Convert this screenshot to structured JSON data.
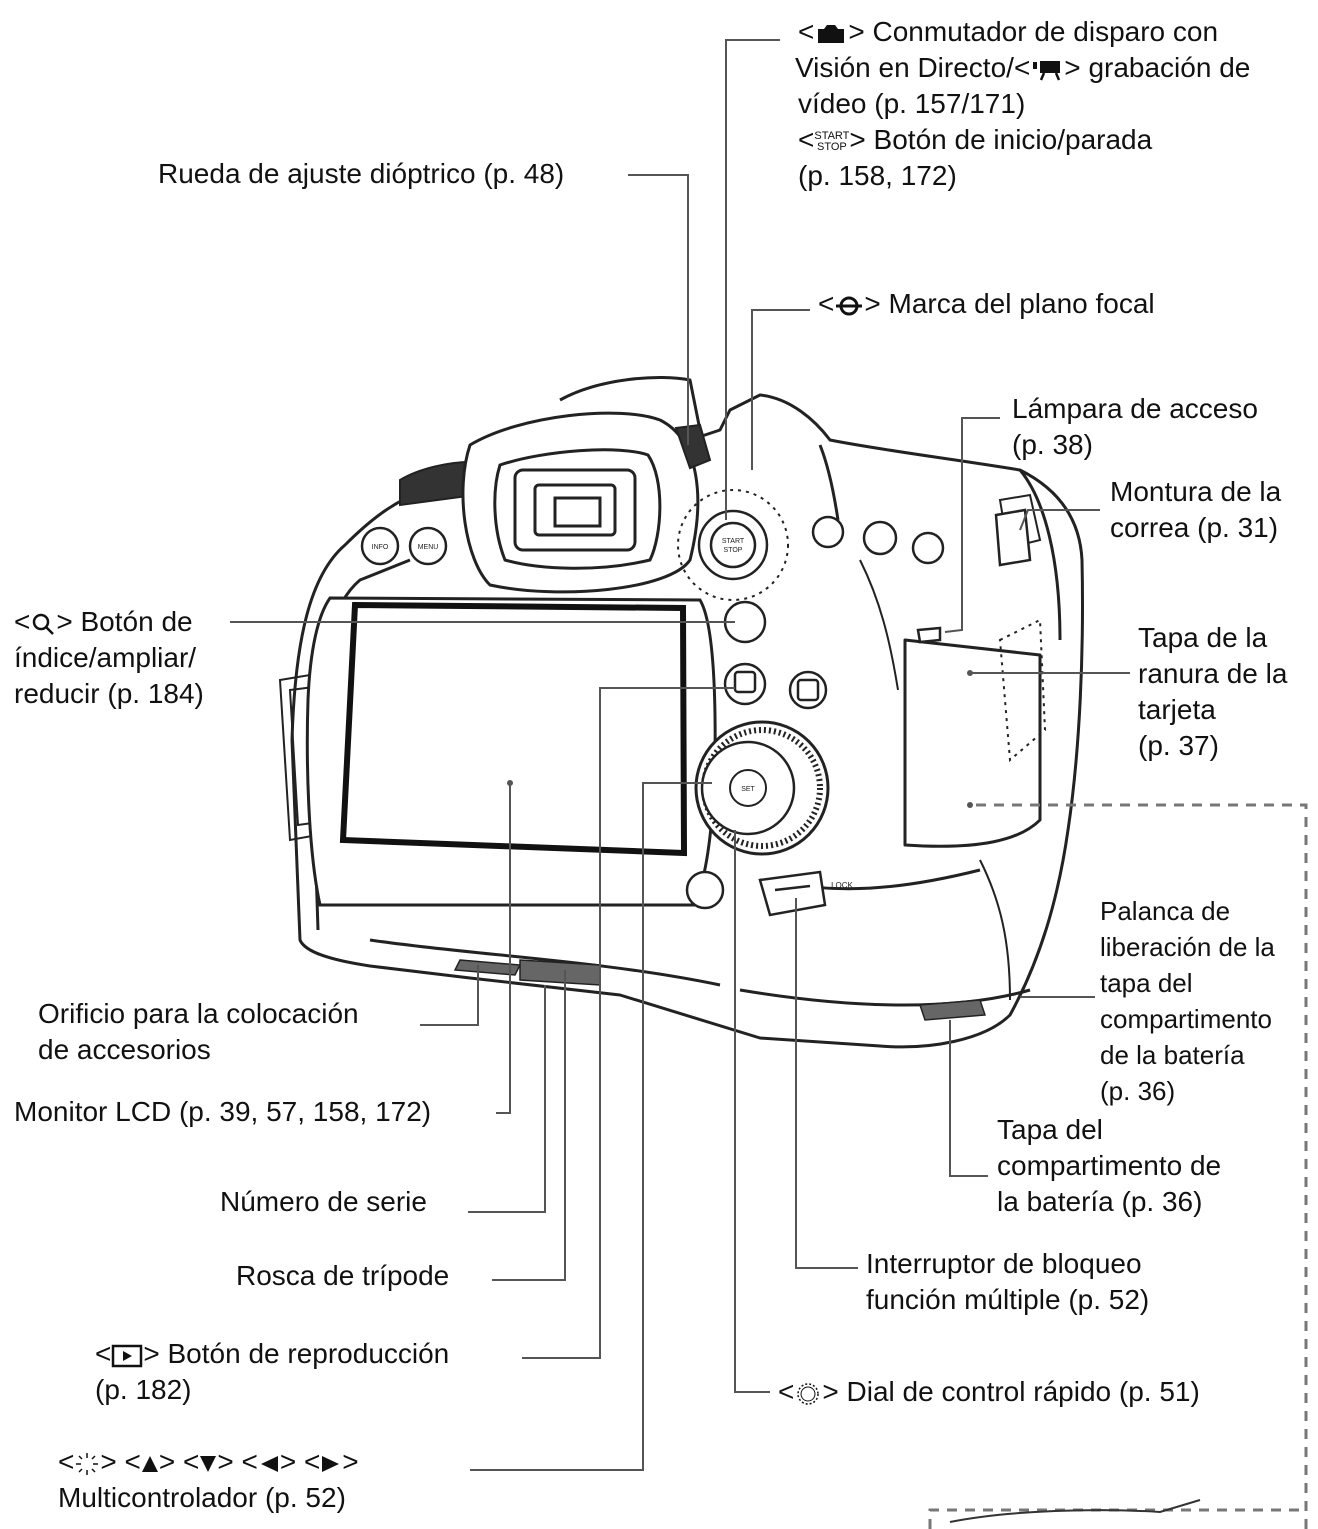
{
  "labels": {
    "live_view": {
      "l1": "Conmutador de disparo con",
      "l2a": "Visión en Directo/",
      "l2b": "grabación de",
      "l3": "vídeo (p. 157/171)",
      "start_top": "START",
      "start_bottom": "STOP",
      "l4": "Botón de inicio/parada",
      "l5": "(p. 158, 172)"
    },
    "dioptric": "Rueda de ajuste dióptrico (p. 48)",
    "focal_plane": "Marca del plano focal",
    "access_lamp": {
      "l1": "Lámpara de acceso",
      "l2": "(p. 38)"
    },
    "strap_mount": {
      "l1": "Montura de la",
      "l2": "correa (p. 31)"
    },
    "index_button": {
      "l1": "Botón de",
      "l2": "índice/ampliar/",
      "l3": "reducir (p. 184)"
    },
    "card_slot": {
      "l1": "Tapa de la",
      "l2": "ranura de la",
      "l3": "tarjeta",
      "l4": "(p. 37)"
    },
    "battery_lever": {
      "l1": "Palanca de",
      "l2": "liberación de la",
      "l3": "tapa del",
      "l4": "compartimento",
      "l5": "de la batería",
      "l6": "(p. 36)"
    },
    "accessory_hole": {
      "l1": "Orificio para la colocación",
      "l2": "de accesorios"
    },
    "lcd_monitor": "Monitor LCD (p. 39, 57, 158, 172)",
    "battery_cover": {
      "l1": "Tapa del",
      "l2": "compartimento de",
      "l3": "la batería (p. 36)"
    },
    "serial_number": "Número de serie",
    "tripod_socket": "Rosca de trípode",
    "multi_lock": {
      "l1": "Interruptor de bloqueo",
      "l2": "función múltiple (p. 52)"
    },
    "playback": {
      "l1": "Botón de reproducción",
      "l2": "(p. 182)"
    },
    "quick_dial": "Dial de control rápido (p. 51)",
    "multicontroller": {
      "l2": "Multicontrolador (p. 52)"
    }
  },
  "camera": {
    "button_labels": {
      "info": "INFO",
      "menu": "MENU",
      "start": "START",
      "stop": "STOP",
      "lock": "LOCK",
      "set": "SET"
    }
  },
  "colors": {
    "ink": "#111111",
    "line": "#555555",
    "dashed": "#777777"
  },
  "icons": [
    "camera-icon",
    "movie-icon",
    "start-stop-icon",
    "focal-plane-icon",
    "magnify-icon",
    "playback-icon",
    "quick-dial-icon",
    "multicontroller-icon",
    "arrow-up-icon",
    "arrow-down-icon",
    "arrow-left-icon",
    "arrow-right-icon"
  ]
}
